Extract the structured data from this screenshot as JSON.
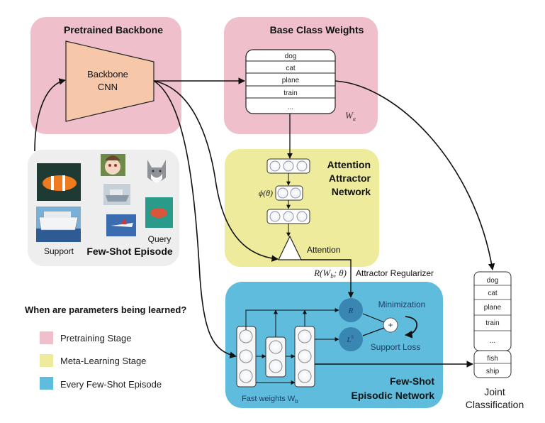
{
  "colors": {
    "pretraining": "#efbfcc",
    "meta_learning": "#eeec9c",
    "episode": "#5fbcdc",
    "backbone_fill": "#f7c7aa",
    "episode_panel": "#eeeeee",
    "node_dark": "#3a86b3",
    "node_text": "#1c3f66"
  },
  "pretrained_backbone": {
    "title": "Pretrained Backbone",
    "cnn_label_line1": "Backbone",
    "cnn_label_line2": "CNN"
  },
  "base_class_weights": {
    "title": "Base Class Weights",
    "classes": [
      "dog",
      "cat",
      "plane",
      "train",
      "..."
    ],
    "symbol": "W",
    "symbol_sub": "a"
  },
  "attention_attractor": {
    "title_line1": "Attention",
    "title_line2": "Attractor",
    "title_line3": "Network",
    "phi_label": "ϕ(θ)",
    "attention_label": "Attention"
  },
  "few_shot_episode": {
    "title": "Few-Shot Episode",
    "support_label": "Support",
    "query_label": "Query",
    "images": [
      {
        "name": "clownfish",
        "set": "support"
      },
      {
        "name": "cruise-ship",
        "set": "support"
      },
      {
        "name": "cartoon-face",
        "set": "query"
      },
      {
        "name": "ship-gray",
        "set": "query"
      },
      {
        "name": "airplane",
        "set": "query"
      },
      {
        "name": "cat",
        "set": "query"
      },
      {
        "name": "fish-red",
        "set": "query"
      }
    ]
  },
  "regularizer": {
    "formula": "R(W",
    "formula_sub": "b",
    "formula_rest": "; θ)",
    "label": "Attractor Regularizer"
  },
  "episodic_network": {
    "title_line1": "Few-Shot",
    "title_line2": "Episodic Network",
    "r_node": "R",
    "l_node": "L",
    "l_sup": "S",
    "plus": "+",
    "minimization": "Minimization",
    "support_loss": "Support Loss",
    "fast_weights_label": "Fast weights W",
    "fast_weights_sub": "b"
  },
  "joint_classification": {
    "base_classes": [
      "dog",
      "cat",
      "plane",
      "train",
      "..."
    ],
    "novel_classes": [
      "fish",
      "ship"
    ],
    "label_line1": "Joint",
    "label_line2": "Classification"
  },
  "legend": {
    "question": "When are parameters being learned?",
    "items": [
      {
        "label": "Pretraining Stage",
        "color": "#efbfcc"
      },
      {
        "label": "Meta-Learning Stage",
        "color": "#eeec9c"
      },
      {
        "label": "Every Few-Shot Episode",
        "color": "#5fbcdc"
      }
    ]
  }
}
